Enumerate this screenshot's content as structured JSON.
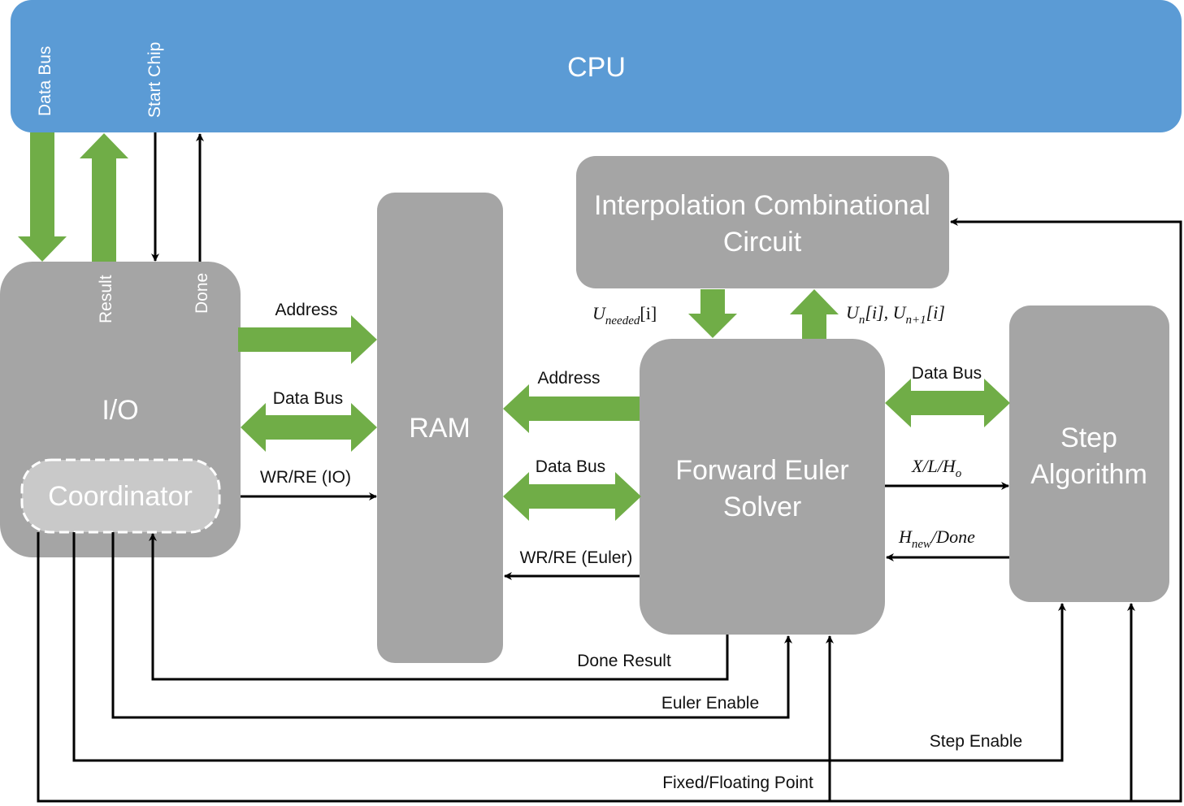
{
  "colors": {
    "cpu": "#5b9bd5",
    "block": "#a5a5a5",
    "coordinator": "#c9c9c9",
    "bus_arrow": "#70ad47",
    "signal": "#000000"
  },
  "blocks": {
    "cpu": "CPU",
    "io": "I/O",
    "coordinator": "Coordinator",
    "ram": "RAM",
    "interp_line1": "Interpolation Combinational",
    "interp_line2": "Circuit",
    "euler_line1": "Forward Euler",
    "euler_line2": "Solver",
    "step_line1": "Step",
    "step_line2": "Algorithm"
  },
  "ports": {
    "cpu_data_bus": "Data Bus",
    "cpu_start_chip": "Start Chip",
    "io_result": "Result",
    "io_done": "Done"
  },
  "labels": {
    "io_ram_address": "Address",
    "io_ram_databus": "Data Bus",
    "io_ram_wrre": "WR/RE (IO)",
    "euler_ram_address": "Address",
    "euler_ram_databus": "Data Bus",
    "euler_ram_wrre": "WR/RE (Euler)",
    "euler_step_databus": "Data Bus",
    "done_result": "Done Result",
    "euler_enable": "Euler Enable",
    "step_enable": "Step Enable",
    "fixed_floating": "Fixed/Floating Point"
  },
  "math_labels": {
    "u_needed": {
      "base": "U",
      "sub": "needed",
      "tail": "[i]"
    },
    "u_n": {
      "base": "U",
      "sub": "n",
      "mid": "[i], U",
      "sub2": "n+1",
      "tail": "[i]"
    },
    "xlh": {
      "text": "X/L/H",
      "sub": "o"
    },
    "hnew": {
      "base": "H",
      "sub": "new",
      "tail": "/Done"
    }
  }
}
